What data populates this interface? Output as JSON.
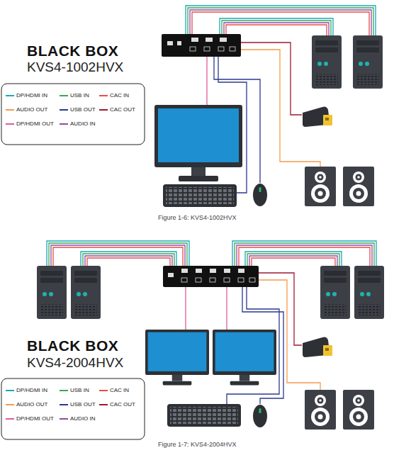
{
  "diagram": {
    "labels": [
      "BLACK BOX",
      "KVS4-1002HVX",
      "Figure 1-6: KVS4-1002HVX",
      "BLACK BOX",
      "KVS4-2004HVX",
      "Figure 1-7: KVS4-2004HVX"
    ],
    "legend": [
      {
        "text": "DP/HDMI IN",
        "color": "#19a9b6"
      },
      {
        "text": "USB IN",
        "color": "#3aa757"
      },
      {
        "text": "CAC IN",
        "color": "#e84b4b"
      },
      {
        "text": "AUDIO OUT",
        "color": "#f59b4c"
      },
      {
        "text": "USB OUT",
        "color": "#2b3990"
      },
      {
        "text": "CAC OUT",
        "color": "#9b1b30"
      },
      {
        "text": "DP/HDMI OUT",
        "color": "#e05a9c"
      },
      {
        "text": "AUDIO IN",
        "color": "#8e4ca8"
      },
      {
        "text": "DP/HDMI IN",
        "color": "#19a9b6"
      },
      {
        "text": "USB IN",
        "color": "#3aa757"
      },
      {
        "text": "CAC IN",
        "color": "#e84b4b"
      },
      {
        "text": "AUDIO OUT",
        "color": "#f59b4c"
      },
      {
        "text": "USB OUT",
        "color": "#2b3990"
      },
      {
        "text": "CAC OUT",
        "color": "#9b1b30"
      },
      {
        "text": "DP/HDMI OUT",
        "color": "#e05a9c"
      },
      {
        "text": "AUDIO IN",
        "color": "#8e4ca8"
      }
    ]
  }
}
